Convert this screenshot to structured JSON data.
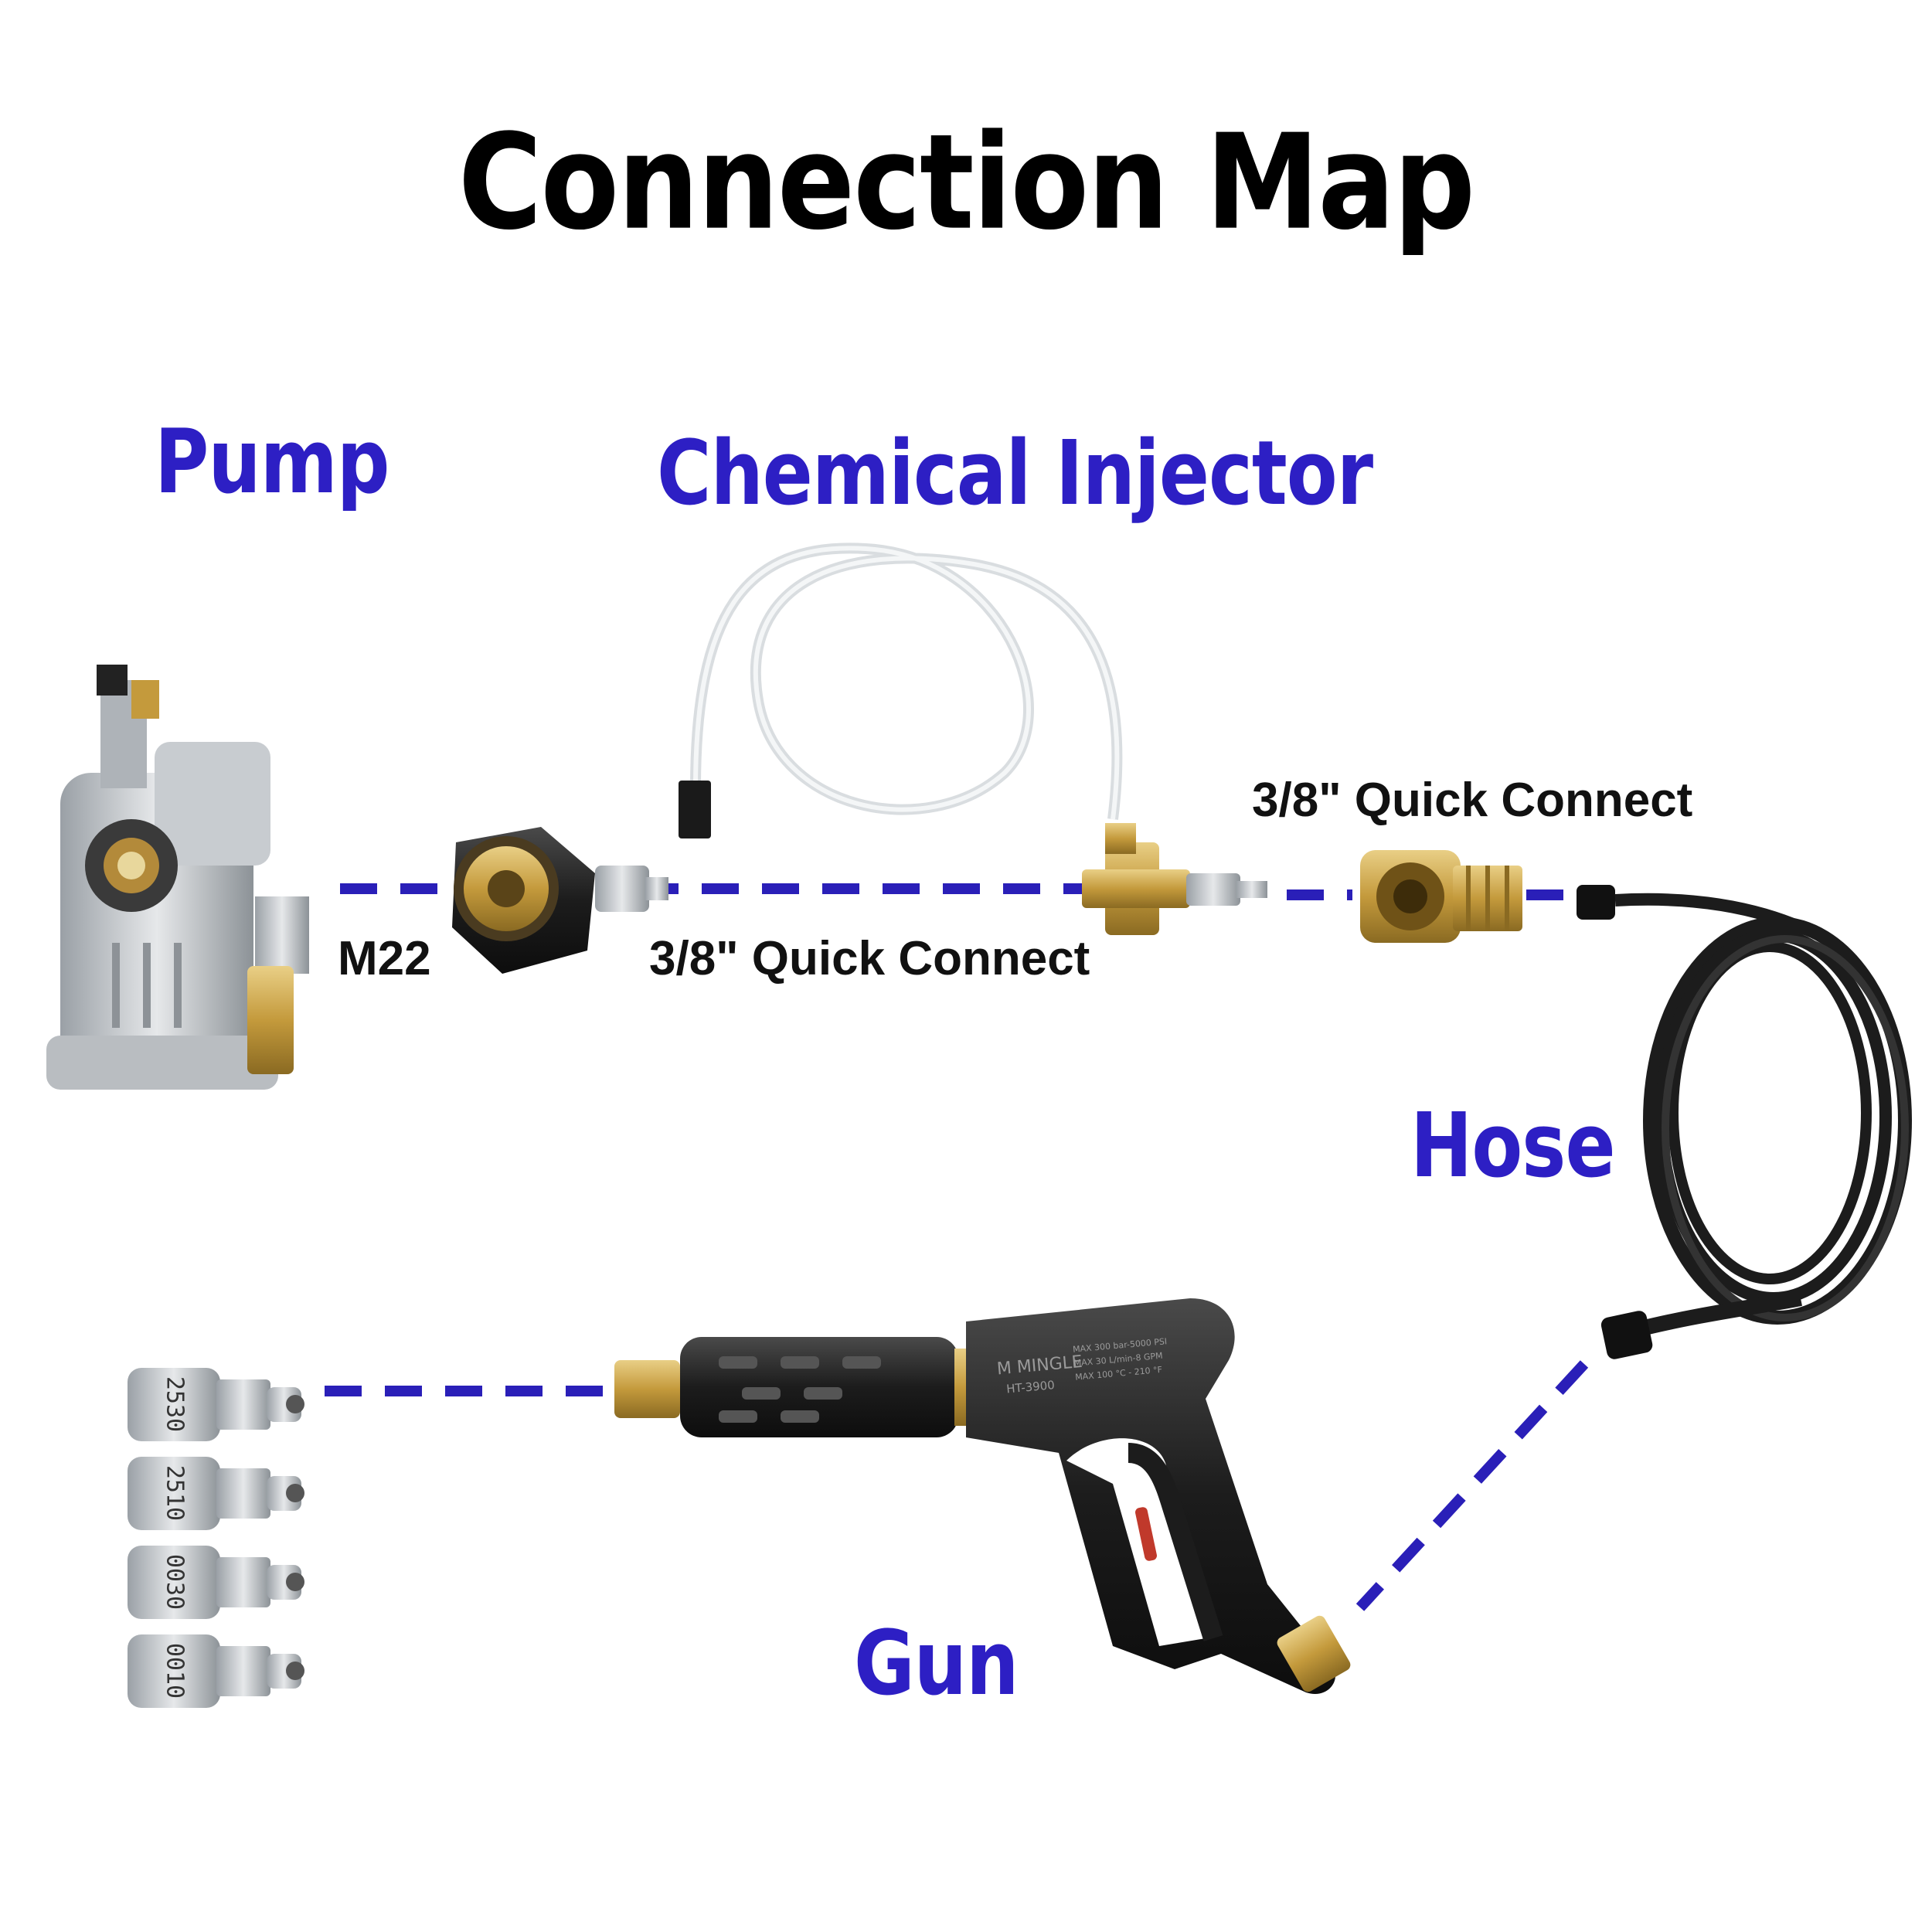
{
  "title": "Connection Map",
  "labels": {
    "pump": "Pump",
    "chemical_injector": "Chemical Injector",
    "hose": "Hose",
    "gun": "Gun",
    "m22": "M22",
    "qc_left": "3/8\" Quick Connect",
    "qc_right": "3/8\" Quick Connect"
  },
  "nozzles": [
    "2530",
    "2510",
    "0030",
    "0010"
  ],
  "gun_brand": {
    "name": "M MINGLE",
    "model": "HT-3900",
    "spec1": "MAX 300 bar-5000 PSI",
    "spec2": "MAX 30 L/min-8 GPM",
    "spec3": "MAX 100 °C - 210 °F"
  },
  "colors": {
    "label_blue": "#2d1fc4",
    "dash_blue": "#2a1fb8",
    "brass": "#c9a24a",
    "hose_black": "#1c1c1c",
    "steel": "#bfc3c7"
  }
}
